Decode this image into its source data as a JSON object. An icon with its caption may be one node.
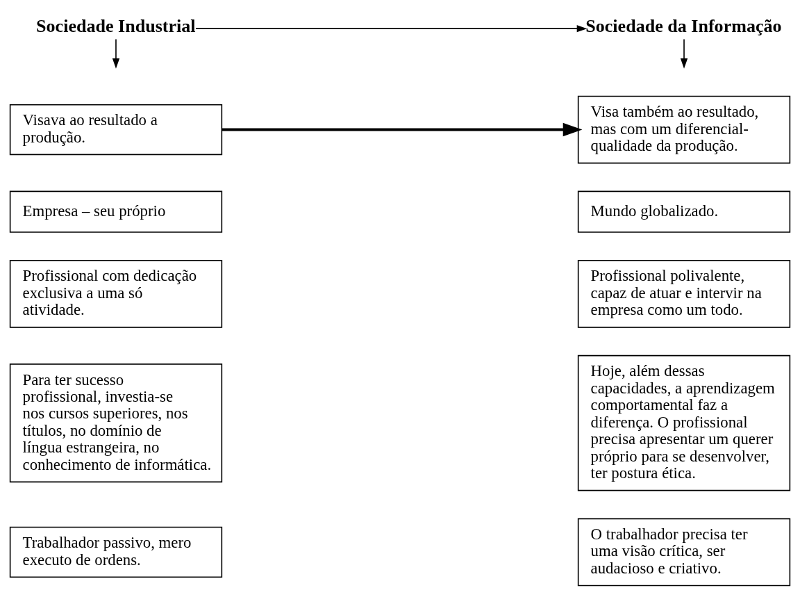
{
  "diagram": {
    "nodes": [
      {
        "text": [
          "Sociedade Industrial"
        ]
      },
      {
        "text": [
          "Sociedade da Informação"
        ]
      },
      {
        "text": [
          "Visava ao resultado a produção."
        ]
      },
      {
        "text": [
          "Empresa – seu próprio"
        ]
      },
      {
        "text": [
          "Profissional com dedicação exclusiva a uma só atividade."
        ]
      },
      {
        "text": [
          "Para ter sucesso profissional, investia-se nos cursos superiores, nos títulos, no domínio de língua estrangeira, no conhecimento de informática."
        ]
      },
      {
        "text": [
          "Trabalhador passivo, mero executo de ordens."
        ]
      },
      {
        "text": [
          "Visa também ao resultado, mas com um diferencial- qualidade da produção."
        ]
      },
      {
        "text": [
          "Mundo globalizado."
        ]
      },
      {
        "text": [
          "Profissional polivalente, capaz de atuar e intervir na empresa como um todo."
        ]
      },
      {
        "text": [
          "Hoje, além dessas capacidades, a aprendizagem comportamental faz a diferença. O profissional precisa apresentar um querer próprio para se desenvolver, ter postura ética."
        ]
      },
      {
        "text": [
          "O trabalhador precisa ter uma visão crítica, ser audacioso e criativo."
        ]
      }
    ],
    "edges": [
      {
        "from": 0,
        "to": 1,
        "arrow": "to"
      },
      {
        "from": 0,
        "to": null,
        "arrow": "to"
      },
      {
        "from": 1,
        "to": null,
        "arrow": "to"
      },
      {
        "from": 2,
        "to": 7,
        "arrow": "to",
        "style": "thick"
      }
    ]
  }
}
